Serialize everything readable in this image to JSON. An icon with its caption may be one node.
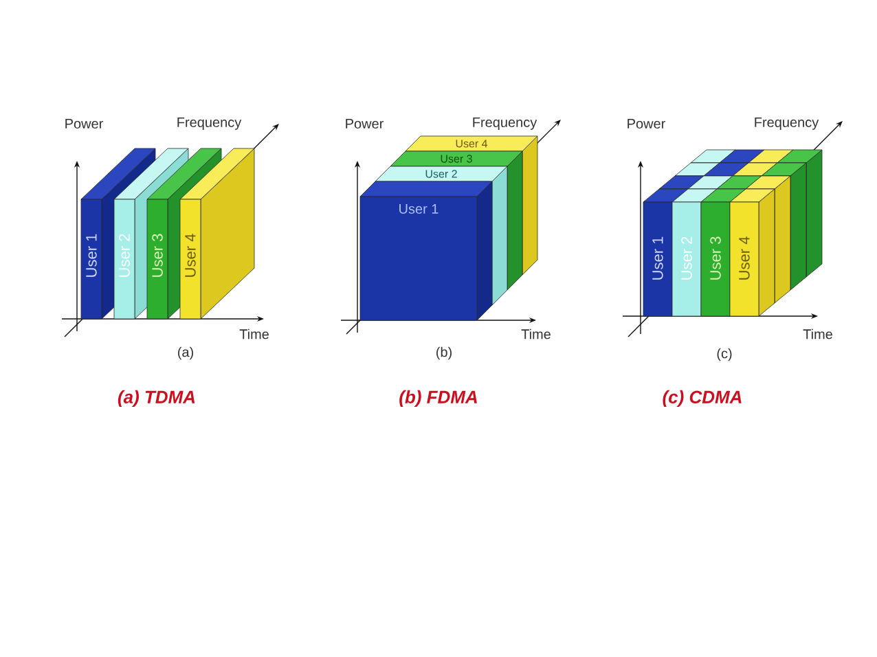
{
  "diagram": {
    "nodes": [
      {
        "text": [
          "User 1"
        ]
      },
      {
        "text": [
          "User 2"
        ]
      },
      {
        "text": [
          "User 3"
        ]
      },
      {
        "text": [
          "User 4"
        ]
      },
      {
        "text": [
          "User 1"
        ]
      },
      {
        "text": [
          "User 2"
        ]
      },
      {
        "text": [
          "User 3"
        ]
      },
      {
        "text": [
          "User 4"
        ]
      },
      {
        "text": [
          "User 1"
        ]
      },
      {
        "text": [
          "User 2"
        ]
      },
      {
        "text": [
          "User 3"
        ]
      },
      {
        "text": [
          "User 4"
        ]
      }
    ],
    "labels": [
      "Power",
      "Frequency",
      "Time",
      "(a)",
      "Power",
      "Frequency",
      "Time",
      "(b)",
      "Power",
      "Frequency",
      "Time",
      "(c)",
      "(a) TDMA",
      "(b) FDMA",
      "(c) CDMA"
    ]
  }
}
